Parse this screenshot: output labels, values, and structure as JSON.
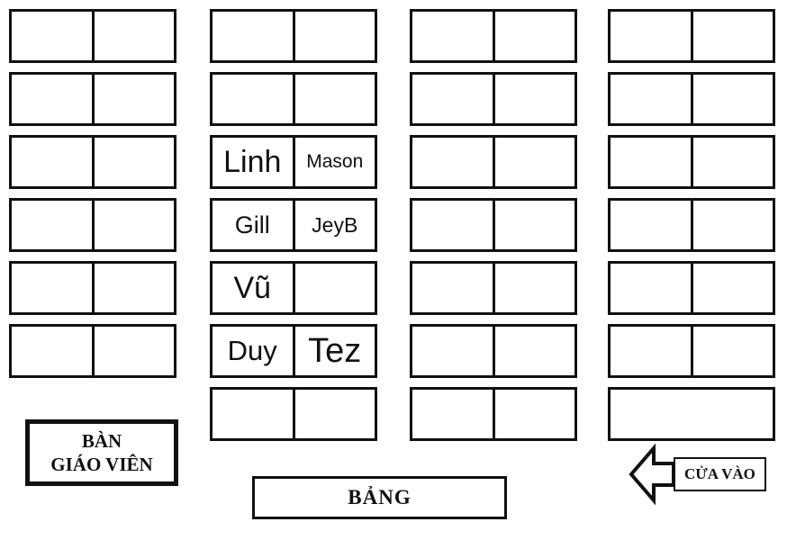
{
  "seating": {
    "columns": [
      {
        "desks": [
          {
            "cells": [
              {
                "t": ""
              },
              {
                "t": ""
              }
            ]
          },
          {
            "cells": [
              {
                "t": ""
              },
              {
                "t": ""
              }
            ]
          },
          {
            "cells": [
              {
                "t": ""
              },
              {
                "t": ""
              }
            ]
          },
          {
            "cells": [
              {
                "t": ""
              },
              {
                "t": ""
              }
            ]
          },
          {
            "cells": [
              {
                "t": ""
              },
              {
                "t": ""
              }
            ]
          },
          {
            "cells": [
              {
                "t": ""
              },
              {
                "t": ""
              }
            ]
          }
        ]
      },
      {
        "desks": [
          {
            "cells": [
              {
                "t": ""
              },
              {
                "t": ""
              }
            ]
          },
          {
            "cells": [
              {
                "t": ""
              },
              {
                "t": ""
              }
            ]
          },
          {
            "cells": [
              {
                "t": "Linh",
                "fs": 34
              },
              {
                "t": "Mason",
                "fs": 21
              }
            ]
          },
          {
            "cells": [
              {
                "t": "Gill",
                "fs": 27
              },
              {
                "t": "JeyB",
                "fs": 23
              }
            ]
          },
          {
            "cells": [
              {
                "t": "Vũ",
                "fs": 34
              },
              {
                "t": ""
              }
            ]
          },
          {
            "cells": [
              {
                "t": "Duy",
                "fs": 31
              },
              {
                "t": "Tez",
                "fs": 38
              }
            ]
          },
          {
            "cells": [
              {
                "t": ""
              },
              {
                "t": ""
              }
            ]
          }
        ]
      },
      {
        "desks": [
          {
            "cells": [
              {
                "t": ""
              },
              {
                "t": ""
              }
            ]
          },
          {
            "cells": [
              {
                "t": ""
              },
              {
                "t": ""
              }
            ]
          },
          {
            "cells": [
              {
                "t": ""
              },
              {
                "t": ""
              }
            ]
          },
          {
            "cells": [
              {
                "t": ""
              },
              {
                "t": ""
              }
            ]
          },
          {
            "cells": [
              {
                "t": ""
              },
              {
                "t": ""
              }
            ]
          },
          {
            "cells": [
              {
                "t": ""
              },
              {
                "t": ""
              }
            ]
          },
          {
            "cells": [
              {
                "t": ""
              },
              {
                "t": ""
              }
            ]
          }
        ]
      },
      {
        "desks": [
          {
            "cells": [
              {
                "t": ""
              },
              {
                "t": ""
              }
            ]
          },
          {
            "cells": [
              {
                "t": ""
              },
              {
                "t": ""
              }
            ]
          },
          {
            "cells": [
              {
                "t": ""
              },
              {
                "t": ""
              }
            ]
          },
          {
            "cells": [
              {
                "t": ""
              },
              {
                "t": ""
              }
            ]
          },
          {
            "cells": [
              {
                "t": ""
              },
              {
                "t": ""
              }
            ]
          },
          {
            "cells": [
              {
                "t": ""
              },
              {
                "t": ""
              }
            ]
          },
          {
            "single": true,
            "cells": [
              {
                "t": ""
              }
            ]
          }
        ]
      }
    ]
  },
  "labels": {
    "teacher_desk": [
      "BÀN",
      "GIÁO VIÊN"
    ],
    "board": "BẢNG",
    "entrance": "CỬA VÀO"
  },
  "colors": {
    "ink": "#111111",
    "background": "#ffffff"
  }
}
